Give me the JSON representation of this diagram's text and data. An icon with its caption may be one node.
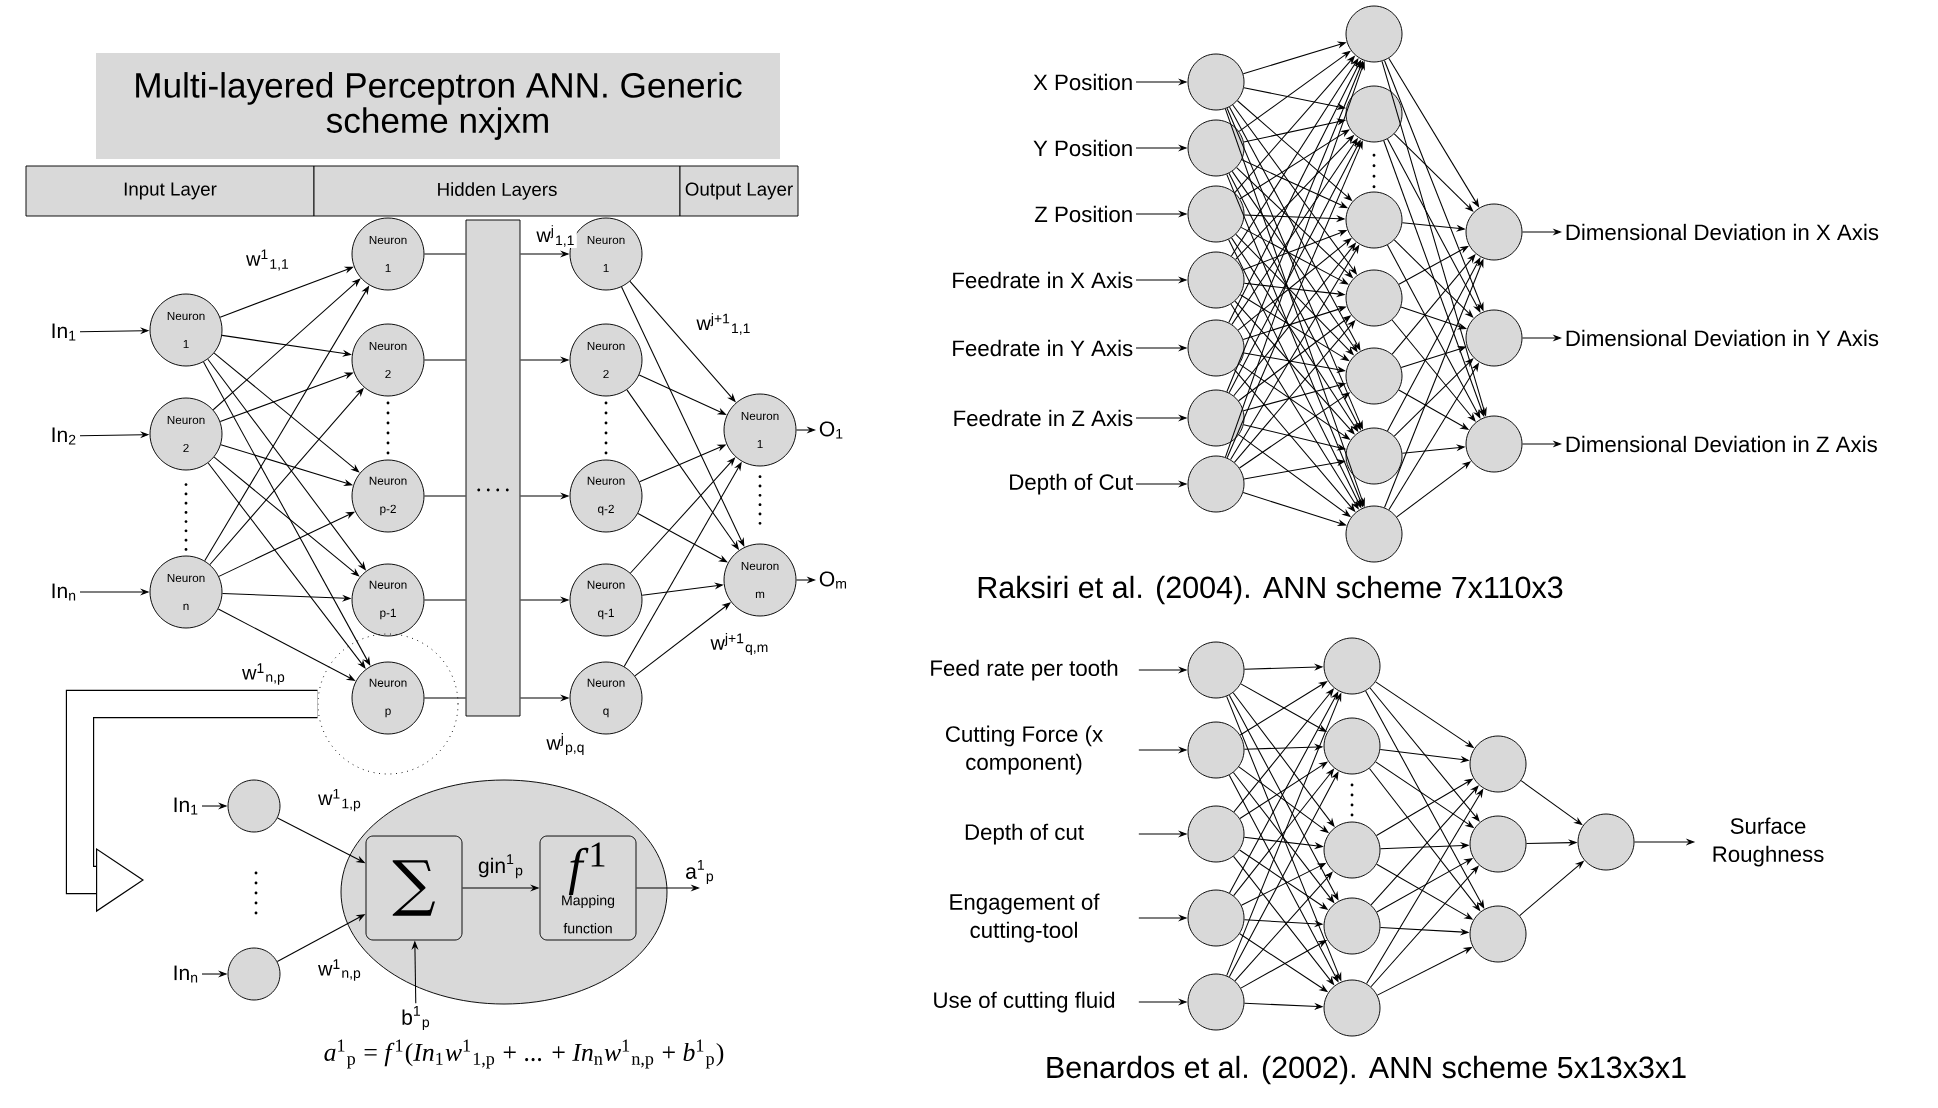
{
  "diagram": {
    "title": "Multi-layered Perceptron ANN. Generic scheme nxjxm",
    "nodes": [
      {
        "text": [
          "In$_{1}$"
        ]
      },
      {
        "text": [
          "In$_{2}$"
        ]
      },
      {
        "text": [
          "In$_{n}$"
        ]
      },
      {
        "text": [
          "Neuron 1"
        ]
      },
      {
        "text": [
          "Neuron 2"
        ]
      },
      {
        "text": [
          "Neuron n"
        ]
      },
      {
        "text": [
          "Neuron 1"
        ]
      },
      {
        "text": [
          "Neuron 2"
        ]
      },
      {
        "text": [
          "Neuron p-2"
        ]
      },
      {
        "text": [
          "Neuron p-1"
        ]
      },
      {
        "text": [],
        "shape": "circle"
      },
      {
        "text": [
          "Neuron p"
        ],
        "in": 10
      },
      {
        "text": [],
        "shape": "bar"
      },
      {
        "text": [
          "Neuron 1"
        ]
      },
      {
        "text": [
          "Neuron 2"
        ]
      },
      {
        "text": [
          "Neuron q-2"
        ]
      },
      {
        "text": [
          "Neuron q-1"
        ]
      },
      {
        "text": [
          "Neuron q"
        ]
      },
      {
        "text": [
          "Neuron 1"
        ]
      },
      {
        "text": [
          "Neuron m"
        ]
      },
      {
        "text": [
          "O$_{1}$"
        ]
      },
      {
        "text": [
          "O$_{m}$"
        ]
      },
      {
        "text": [
          "In$_{1}$"
        ]
      },
      {
        "text": [
          "In$_{n}$"
        ]
      },
      {
        "text": [],
        "shape": "circle"
      },
      {
        "text": [],
        "shape": "circle"
      },
      {
        "text": [],
        "shape": "ellipse"
      },
      {
        "text": [
          "∑"
        ],
        "in": 26
      },
      {
        "text": [
          "*f*$^{1}$",
          "Mapping function"
        ],
        "in": 26
      },
      {
        "text": [
          "a$^{1}$$_{p}$"
        ]
      },
      {
        "text": [
          "b$^{1}$$_{p}$"
        ]
      },
      {
        "text": [
          "X Position"
        ]
      },
      {
        "text": [
          "Y Position"
        ]
      },
      {
        "text": [
          "Z Position"
        ]
      },
      {
        "text": [
          "Feedrate in X Axis"
        ]
      },
      {
        "text": [
          "Feedrate in Y Axis"
        ]
      },
      {
        "text": [
          "Feedrate in Z Axis"
        ]
      },
      {
        "text": [
          "Depth of Cut"
        ]
      },
      {
        "text": [],
        "shape": "circle"
      },
      {
        "text": [],
        "shape": "circle"
      },
      {
        "text": [],
        "shape": "circle"
      },
      {
        "text": [],
        "shape": "circle"
      },
      {
        "text": [],
        "shape": "circle"
      },
      {
        "text": [],
        "shape": "circle"
      },
      {
        "text": [],
        "shape": "circle"
      },
      {
        "text": [],
        "shape": "circle"
      },
      {
        "text": [],
        "shape": "circle"
      },
      {
        "text": [],
        "shape": "circle"
      },
      {
        "text": [],
        "shape": "circle"
      },
      {
        "text": [],
        "shape": "circle"
      },
      {
        "text": [],
        "shape": "circle"
      },
      {
        "text": [],
        "shape": "circle"
      },
      {
        "text": [],
        "shape": "circle"
      },
      {
        "text": [],
        "shape": "circle"
      },
      {
        "text": [],
        "shape": "circle"
      },
      {
        "text": [
          "Dimensional Deviation in X Axis"
        ]
      },
      {
        "text": [
          "Dimensional Deviation in Y Axis"
        ]
      },
      {
        "text": [
          "Dimensional Deviation in Z Axis"
        ]
      },
      {
        "text": [
          "Feed rate per tooth"
        ]
      },
      {
        "text": [
          "Cutting Force (x component)"
        ]
      },
      {
        "text": [
          "Depth of cut"
        ]
      },
      {
        "text": [
          "Engagement of cutting-tool"
        ]
      },
      {
        "text": [
          "Use of cutting fluid"
        ]
      },
      {
        "text": [],
        "shape": "circle"
      },
      {
        "text": [],
        "shape": "circle"
      },
      {
        "text": [],
        "shape": "circle"
      },
      {
        "text": [],
        "shape": "circle"
      },
      {
        "text": [],
        "shape": "circle"
      },
      {
        "text": [],
        "shape": "circle"
      },
      {
        "text": [],
        "shape": "circle"
      },
      {
        "text": [],
        "shape": "circle"
      },
      {
        "text": [],
        "shape": "circle"
      },
      {
        "text": [],
        "shape": "circle"
      },
      {
        "text": [],
        "shape": "circle"
      },
      {
        "text": [],
        "shape": "circle"
      },
      {
        "text": [],
        "shape": "circle"
      },
      {
        "text": [],
        "shape": "circle"
      },
      {
        "text": [
          "Surface Roughness"
        ]
      }
    ],
    "edges": [
      {
        "from": 0,
        "to": 3,
        "arrow": "to"
      },
      {
        "from": 1,
        "to": 4,
        "arrow": "to"
      },
      {
        "from": 2,
        "to": 5,
        "arrow": "to"
      },
      {
        "from": 3,
        "to": 6,
        "arrow": "to"
      },
      {
        "from": 3,
        "to": 7,
        "arrow": "to"
      },
      {
        "from": 3,
        "to": 8,
        "arrow": "to"
      },
      {
        "from": 3,
        "to": 9,
        "arrow": "to"
      },
      {
        "from": 3,
        "to": 11,
        "arrow": "to"
      },
      {
        "from": 4,
        "to": 6,
        "arrow": "to"
      },
      {
        "from": 4,
        "to": 7,
        "arrow": "to"
      },
      {
        "from": 4,
        "to": 8,
        "arrow": "to"
      },
      {
        "from": 4,
        "to": 9,
        "arrow": "to"
      },
      {
        "from": 4,
        "to": 11,
        "arrow": "to"
      },
      {
        "from": 5,
        "to": 6,
        "arrow": "to"
      },
      {
        "from": 5,
        "to": 7,
        "arrow": "to"
      },
      {
        "from": 5,
        "to": 8,
        "arrow": "to"
      },
      {
        "from": 5,
        "to": 9,
        "arrow": "to"
      },
      {
        "from": 5,
        "to": 11,
        "arrow": "to"
      },
      {
        "from": 6,
        "to": 12,
        "arrow": "none"
      },
      {
        "from": 7,
        "to": 12,
        "arrow": "none"
      },
      {
        "from": 8,
        "to": 12,
        "arrow": "none"
      },
      {
        "from": 9,
        "to": 12,
        "arrow": "none"
      },
      {
        "from": 11,
        "to": 12,
        "arrow": "none"
      },
      {
        "from": 12,
        "to": 13,
        "arrow": "to"
      },
      {
        "from": 12,
        "to": 14,
        "arrow": "to"
      },
      {
        "from": 12,
        "to": 15,
        "arrow": "to"
      },
      {
        "from": 12,
        "to": 16,
        "arrow": "to"
      },
      {
        "from": 12,
        "to": 17,
        "arrow": "to"
      },
      {
        "from": 13,
        "to": 18,
        "arrow": "to"
      },
      {
        "from": 13,
        "to": 19,
        "arrow": "to"
      },
      {
        "from": 14,
        "to": 18,
        "arrow": "to"
      },
      {
        "from": 14,
        "to": 19,
        "arrow": "to"
      },
      {
        "from": 15,
        "to": 18,
        "arrow": "to"
      },
      {
        "from": 15,
        "to": 19,
        "arrow": "to"
      },
      {
        "from": 16,
        "to": 18,
        "arrow": "to"
      },
      {
        "from": 16,
        "to": 19,
        "arrow": "to"
      },
      {
        "from": 17,
        "to": 18,
        "arrow": "to"
      },
      {
        "from": 17,
        "to": 19,
        "arrow": "to"
      },
      {
        "from": 18,
        "to": 20,
        "arrow": "to"
      },
      {
        "from": 19,
        "to": 21,
        "arrow": "to"
      },
      {
        "from": 10,
        "to": null,
        "arrow": "to",
        "style": "thick"
      },
      {
        "from": 22,
        "to": 24,
        "arrow": "to"
      },
      {
        "from": 23,
        "to": 25,
        "arrow": "to"
      },
      {
        "from": 24,
        "to": 27,
        "arrow": "to"
      },
      {
        "from": 25,
        "to": 27,
        "arrow": "to"
      },
      {
        "from": 27,
        "to": 28,
        "arrow": "to",
        "label": "gin$^{1}$$_{p}$"
      },
      {
        "from": 28,
        "to": 29,
        "arrow": "to"
      },
      {
        "from": 30,
        "to": 27,
        "arrow": "to"
      },
      {
        "from": 31,
        "to": 38,
        "arrow": "to"
      },
      {
        "from": 32,
        "to": 39,
        "arrow": "to"
      },
      {
        "from": 33,
        "to": 40,
        "arrow": "to"
      },
      {
        "from": 34,
        "to": 41,
        "arrow": "to"
      },
      {
        "from": 35,
        "to": 42,
        "arrow": "to"
      },
      {
        "from": 36,
        "to": 43,
        "arrow": "to"
      },
      {
        "from": 37,
        "to": 44,
        "arrow": "to"
      },
      {
        "from": 38,
        "to": 45,
        "arrow": "to"
      },
      {
        "from": 38,
        "to": 46,
        "arrow": "to"
      },
      {
        "from": 38,
        "to": 47,
        "arrow": "to"
      },
      {
        "from": 38,
        "to": 48,
        "arrow": "to"
      },
      {
        "from": 38,
        "to": 49,
        "arrow": "to"
      },
      {
        "from": 38,
        "to": 50,
        "arrow": "to"
      },
      {
        "from": 38,
        "to": 51,
        "arrow": "to"
      },
      {
        "from": 39,
        "to": 45,
        "arrow": "to"
      },
      {
        "from": 39,
        "to": 46,
        "arrow": "to"
      },
      {
        "from": 39,
        "to": 47,
        "arrow": "to"
      },
      {
        "from": 39,
        "to": 48,
        "arrow": "to"
      },
      {
        "from": 39,
        "to": 49,
        "arrow": "to"
      },
      {
        "from": 39,
        "to": 50,
        "arrow": "to"
      },
      {
        "from": 39,
        "to": 51,
        "arrow": "to"
      },
      {
        "from": 40,
        "to": 45,
        "arrow": "to"
      },
      {
        "from": 40,
        "to": 46,
        "arrow": "to"
      },
      {
        "from": 40,
        "to": 47,
        "arrow": "to"
      },
      {
        "from": 40,
        "to": 48,
        "arrow": "to"
      },
      {
        "from": 40,
        "to": 49,
        "arrow": "to"
      },
      {
        "from": 40,
        "to": 50,
        "arrow": "to"
      },
      {
        "from": 40,
        "to": 51,
        "arrow": "to"
      },
      {
        "from": 41,
        "to": 45,
        "arrow": "to"
      },
      {
        "from": 41,
        "to": 46,
        "arrow": "to"
      },
      {
        "from": 41,
        "to": 47,
        "arrow": "to"
      },
      {
        "from": 41,
        "to": 48,
        "arrow": "to"
      },
      {
        "from": 41,
        "to": 49,
        "arrow": "to"
      },
      {
        "from": 41,
        "to": 50,
        "arrow": "to"
      },
      {
        "from": 41,
        "to": 51,
        "arrow": "to"
      },
      {
        "from": 42,
        "to": 45,
        "arrow": "to"
      },
      {
        "from": 42,
        "to": 46,
        "arrow": "to"
      },
      {
        "from": 42,
        "to": 47,
        "arrow": "to"
      },
      {
        "from": 42,
        "to": 48,
        "arrow": "to"
      },
      {
        "from": 42,
        "to": 49,
        "arrow": "to"
      },
      {
        "from": 42,
        "to": 50,
        "arrow": "to"
      },
      {
        "from": 42,
        "to": 51,
        "arrow": "to"
      },
      {
        "from": 43,
        "to": 45,
        "arrow": "to"
      },
      {
        "from": 43,
        "to": 46,
        "arrow": "to"
      },
      {
        "from": 43,
        "to": 47,
        "arrow": "to"
      },
      {
        "from": 43,
        "to": 48,
        "arrow": "to"
      },
      {
        "from": 43,
        "to": 49,
        "arrow": "to"
      },
      {
        "from": 43,
        "to": 50,
        "arrow": "to"
      },
      {
        "from": 43,
        "to": 51,
        "arrow": "to"
      },
      {
        "from": 44,
        "to": 45,
        "arrow": "to"
      },
      {
        "from": 44,
        "to": 46,
        "arrow": "to"
      },
      {
        "from": 44,
        "to": 47,
        "arrow": "to"
      },
      {
        "from": 44,
        "to": 48,
        "arrow": "to"
      },
      {
        "from": 44,
        "to": 49,
        "arrow": "to"
      },
      {
        "from": 44,
        "to": 50,
        "arrow": "to"
      },
      {
        "from": 44,
        "to": 51,
        "arrow": "to"
      },
      {
        "from": 45,
        "to": 52,
        "arrow": "to"
      },
      {
        "from": 45,
        "to": 53,
        "arrow": "to"
      },
      {
        "from": 45,
        "to": 54,
        "arrow": "to"
      },
      {
        "from": 46,
        "to": 52,
        "arrow": "to"
      },
      {
        "from": 46,
        "to": 53,
        "arrow": "to"
      },
      {
        "from": 46,
        "to": 54,
        "arrow": "to"
      },
      {
        "from": 47,
        "to": 52,
        "arrow": "to"
      },
      {
        "from": 47,
        "to": 53,
        "arrow": "to"
      },
      {
        "from": 47,
        "to": 54,
        "arrow": "to"
      },
      {
        "from": 48,
        "to": 52,
        "arrow": "to"
      },
      {
        "from": 48,
        "to": 53,
        "arrow": "to"
      },
      {
        "from": 48,
        "to": 54,
        "arrow": "to"
      },
      {
        "from": 49,
        "to": 52,
        "arrow": "to"
      },
      {
        "from": 49,
        "to": 53,
        "arrow": "to"
      },
      {
        "from": 49,
        "to": 54,
        "arrow": "to"
      },
      {
        "from": 50,
        "to": 52,
        "arrow": "to"
      },
      {
        "from": 50,
        "to": 53,
        "arrow": "to"
      },
      {
        "from": 50,
        "to": 54,
        "arrow": "to"
      },
      {
        "from": 51,
        "to": 52,
        "arrow": "to"
      },
      {
        "from": 51,
        "to": 53,
        "arrow": "to"
      },
      {
        "from": 51,
        "to": 54,
        "arrow": "to"
      },
      {
        "from": 52,
        "to": 55,
        "arrow": "to"
      },
      {
        "from": 53,
        "to": 56,
        "arrow": "to"
      },
      {
        "from": 54,
        "to": 57,
        "arrow": "to"
      },
      {
        "from": 58,
        "to": 63,
        "arrow": "to"
      },
      {
        "from": 59,
        "to": 64,
        "arrow": "to"
      },
      {
        "from": 60,
        "to": 65,
        "arrow": "to"
      },
      {
        "from": 61,
        "to": 66,
        "arrow": "to"
      },
      {
        "from": 62,
        "to": 67,
        "arrow": "to"
      },
      {
        "from": 63,
        "to": 68,
        "arrow": "to"
      },
      {
        "from": 63,
        "to": 69,
        "arrow": "to"
      },
      {
        "from": 63,
        "to": 70,
        "arrow": "to"
      },
      {
        "from": 63,
        "to": 71,
        "arrow": "to"
      },
      {
        "from": 63,
        "to": 72,
        "arrow": "to"
      },
      {
        "from": 64,
        "to": 68,
        "arrow": "to"
      },
      {
        "from": 64,
        "to": 69,
        "arrow": "to"
      },
      {
        "from": 64,
        "to": 70,
        "arrow": "to"
      },
      {
        "from": 64,
        "to": 71,
        "arrow": "to"
      },
      {
        "from": 64,
        "to": 72,
        "arrow": "to"
      },
      {
        "from": 65,
        "to": 68,
        "arrow": "to"
      },
      {
        "from": 65,
        "to": 69,
        "arrow": "to"
      },
      {
        "from": 65,
        "to": 70,
        "arrow": "to"
      },
      {
        "from": 65,
        "to": 71,
        "arrow": "to"
      },
      {
        "from": 65,
        "to": 72,
        "arrow": "to"
      },
      {
        "from": 66,
        "to": 68,
        "arrow": "to"
      },
      {
        "from": 66,
        "to": 69,
        "arrow": "to"
      },
      {
        "from": 66,
        "to": 70,
        "arrow": "to"
      },
      {
        "from": 66,
        "to": 71,
        "arrow": "to"
      },
      {
        "from": 66,
        "to": 72,
        "arrow": "to"
      },
      {
        "from": 67,
        "to": 68,
        "arrow": "to"
      },
      {
        "from": 67,
        "to": 69,
        "arrow": "to"
      },
      {
        "from": 67,
        "to": 70,
        "arrow": "to"
      },
      {
        "from": 67,
        "to": 71,
        "arrow": "to"
      },
      {
        "from": 67,
        "to": 72,
        "arrow": "to"
      },
      {
        "from": 68,
        "to": 73,
        "arrow": "to"
      },
      {
        "from": 68,
        "to": 74,
        "arrow": "to"
      },
      {
        "from": 68,
        "to": 75,
        "arrow": "to"
      },
      {
        "from": 69,
        "to": 73,
        "arrow": "to"
      },
      {
        "from": 69,
        "to": 74,
        "arrow": "to"
      },
      {
        "from": 69,
        "to": 75,
        "arrow": "to"
      },
      {
        "from": 70,
        "to": 73,
        "arrow": "to"
      },
      {
        "from": 70,
        "to": 74,
        "arrow": "to"
      },
      {
        "from": 70,
        "to": 75,
        "arrow": "to"
      },
      {
        "from": 71,
        "to": 73,
        "arrow": "to"
      },
      {
        "from": 71,
        "to": 74,
        "arrow": "to"
      },
      {
        "from": 71,
        "to": 75,
        "arrow": "to"
      },
      {
        "from": 72,
        "to": 73,
        "arrow": "to"
      },
      {
        "from": 72,
        "to": 74,
        "arrow": "to"
      },
      {
        "from": 72,
        "to": 75,
        "arrow": "to"
      },
      {
        "from": 73,
        "to": 76,
        "arrow": "to"
      },
      {
        "from": 74,
        "to": 76,
        "arrow": "to"
      },
      {
        "from": 75,
        "to": 76,
        "arrow": "to"
      },
      {
        "from": 76,
        "to": 77,
        "arrow": "to"
      }
    ],
    "labels": [
      "Input Layer",
      "Hidden Layers",
      "Output Layer",
      "w$^{1}$$_{1,1}$",
      "w$^{j}$$_{1,1}$",
      "w$^{j+1}$$_{1,1}$",
      "w$^{1}$$_{n,p}$",
      "w$^{j}$$_{p,q}$",
      "w$^{j+1}$$_{q,m}$",
      "w$^{1}$$_{1,p}$",
      "w$^{1}$$_{n,p}$",
      "*a*$^{1}$$_{p}$ = *f*$^{1}$(*In*$_{1}$*w*$^{1}$$_{1,p}$ + ... + *In*$_{n}$*w*$^{1}$$_{n,p}$ + *b*$^{1}$$_{p}$)",
      "Raksiri et al. (2004). ANN scheme 7x110x3",
      "Benardos et al. (2002). ANN scheme 5x13x3x1"
    ]
  }
}
